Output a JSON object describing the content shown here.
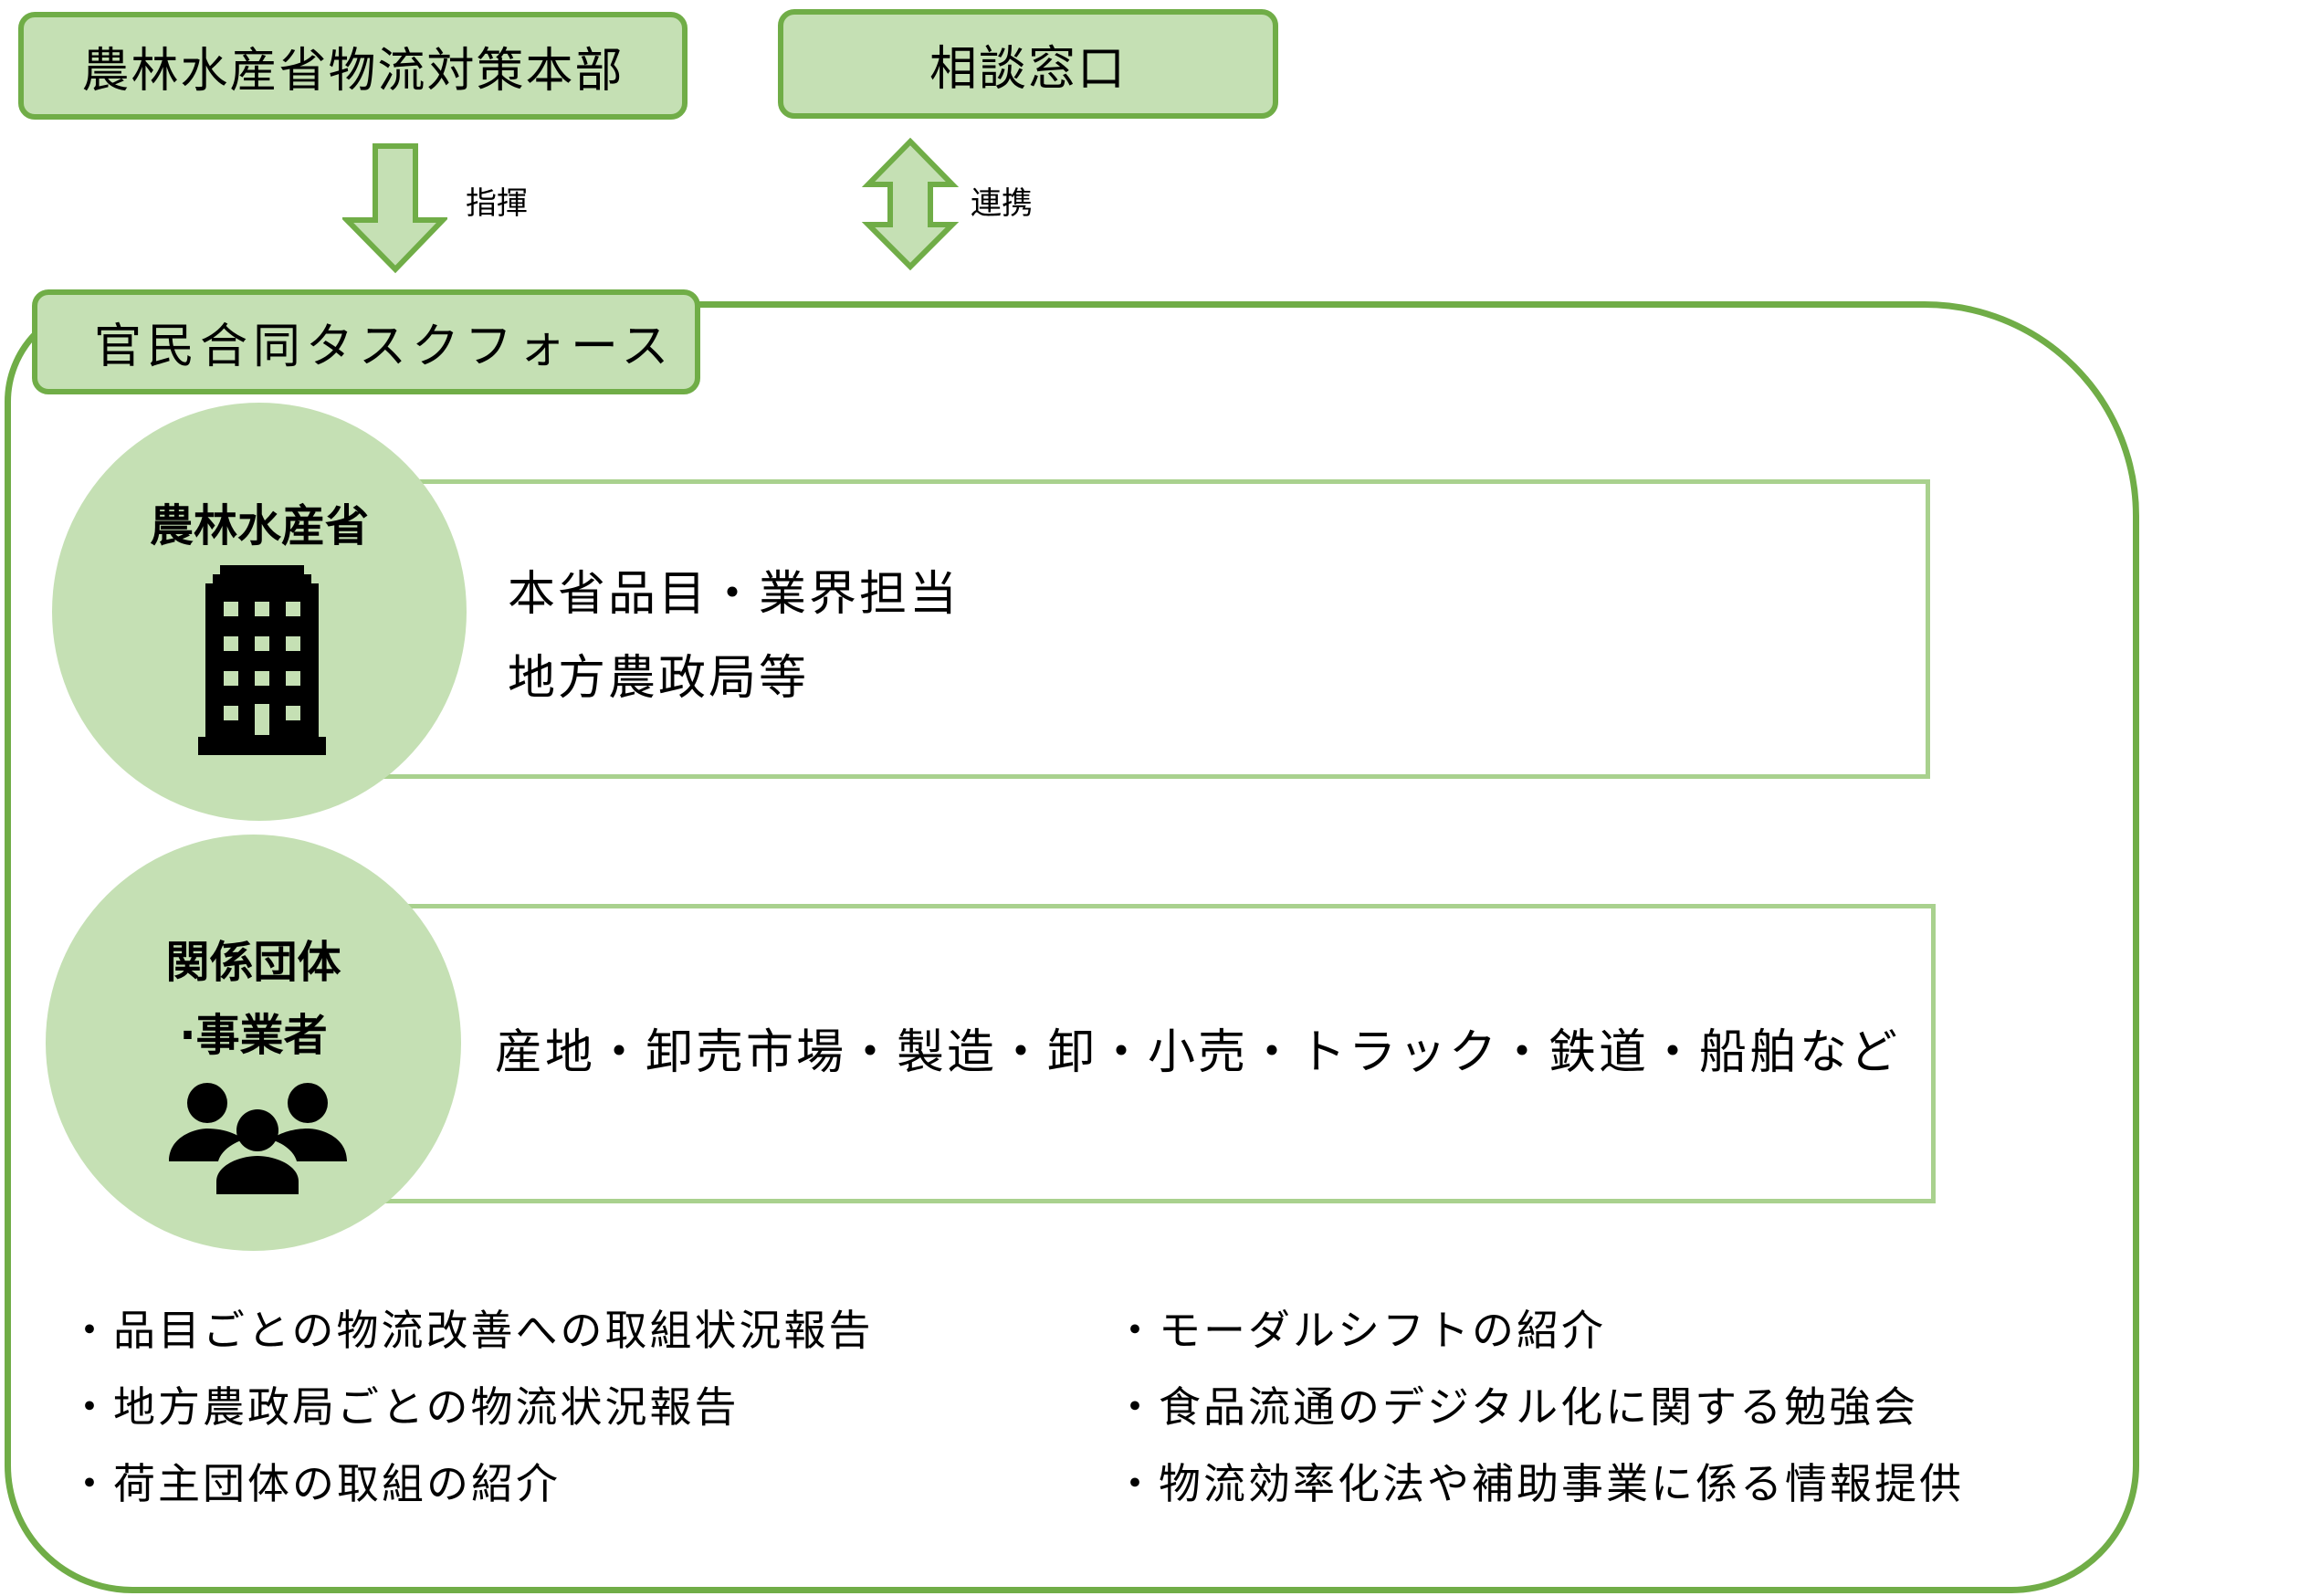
{
  "top": {
    "hq_label": "農林水産省物流対策本部",
    "consult_label": "相談窓口"
  },
  "arrows": {
    "command_label": "指揮",
    "cooperation_label": "連携"
  },
  "taskforce": {
    "title": "官民合同タスクフォース",
    "groups": [
      {
        "name": "農林水産省",
        "icon": "office-building-icon",
        "lines": [
          "本省品目・業界担当",
          "地方農政局等"
        ]
      },
      {
        "name_line1": "関係団体",
        "name_line2": "·事業者",
        "icon": "group-of-people-icon",
        "lines": [
          "産地・卸売市場・製造・卸・小売・トラック・鉄道・船舶など"
        ]
      }
    ],
    "activities_left": [
      "・品目ごとの物流改善への取組状況報告",
      "・地方農政局ごとの物流状況報告",
      "・荷主団体の取組の紹介"
    ],
    "activities_right": [
      "・モーダルシフトの紹介",
      "・食品流通のデジタル化に関する勉強会",
      "・物流効率化法や補助事業に係る情報提供"
    ]
  },
  "colors": {
    "border_green": "#70AD47",
    "fill_green": "#C5E0B4",
    "outline_light_green": "#A9D18E"
  }
}
